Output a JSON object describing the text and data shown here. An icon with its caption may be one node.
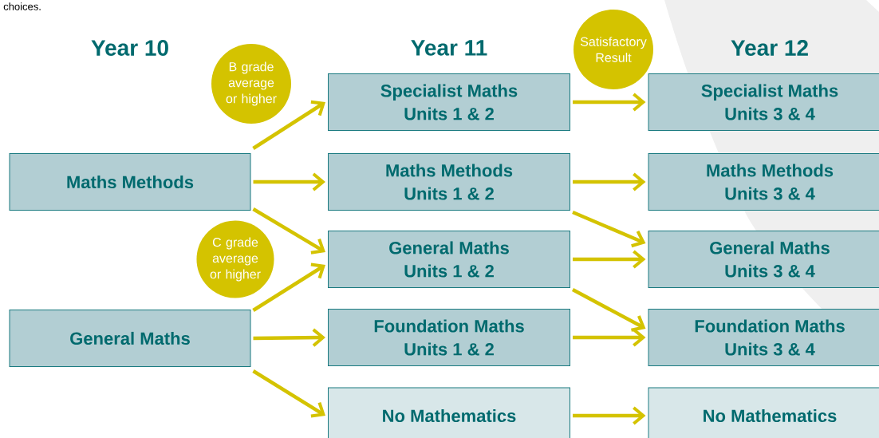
{
  "diagram": {
    "nodes": [
      {
        "text": [
          "Maths Methods"
        ]
      },
      {
        "text": [
          "General Maths"
        ]
      },
      {
        "text": [
          "Specialist Maths",
          "Units 1 & 2"
        ]
      },
      {
        "text": [
          "Maths Methods",
          "Units 1 & 2"
        ]
      },
      {
        "text": [
          "General Maths",
          "Units 1 & 2"
        ]
      },
      {
        "text": [
          "Foundation Maths",
          "Units 1 & 2"
        ]
      },
      {
        "text": [
          "No Mathematics"
        ]
      },
      {
        "text": [
          "Specialist Maths",
          "Units 3 & 4"
        ]
      },
      {
        "text": [
          "Maths Methods",
          "Units 3 & 4"
        ]
      },
      {
        "text": [
          "General Maths",
          "Units 3 & 4"
        ]
      },
      {
        "text": [
          "Foundation Maths",
          "Units 3 & 4"
        ]
      },
      {
        "text": [
          "No Mathematics"
        ]
      },
      {
        "text": [
          "B grade average or higher"
        ]
      },
      {
        "text": [
          "C grade average or higher"
        ]
      },
      {
        "text": [
          "Satisfactory Result"
        ]
      }
    ],
    "edges": [
      {
        "from": 0,
        "to": 2,
        "arrow": "to"
      },
      {
        "from": 0,
        "to": 3,
        "arrow": "to"
      },
      {
        "from": 0,
        "to": 4,
        "arrow": "to"
      },
      {
        "from": 1,
        "to": 4,
        "arrow": "to"
      },
      {
        "from": 1,
        "to": 5,
        "arrow": "to"
      },
      {
        "from": 1,
        "to": 6,
        "arrow": "to"
      },
      {
        "from": 2,
        "to": 7,
        "arrow": "to"
      },
      {
        "from": 3,
        "to": 8,
        "arrow": "to"
      },
      {
        "from": 3,
        "to": 9,
        "arrow": "to"
      },
      {
        "from": 4,
        "to": 9,
        "arrow": "to"
      },
      {
        "from": 4,
        "to": 10,
        "arrow": "to"
      },
      {
        "from": 5,
        "to": 10,
        "arrow": "to"
      },
      {
        "from": 6,
        "to": 11,
        "arrow": "to"
      }
    ],
    "labels": [
      "choices.",
      "Year 10",
      "Year 11",
      "Year 12"
    ]
  }
}
